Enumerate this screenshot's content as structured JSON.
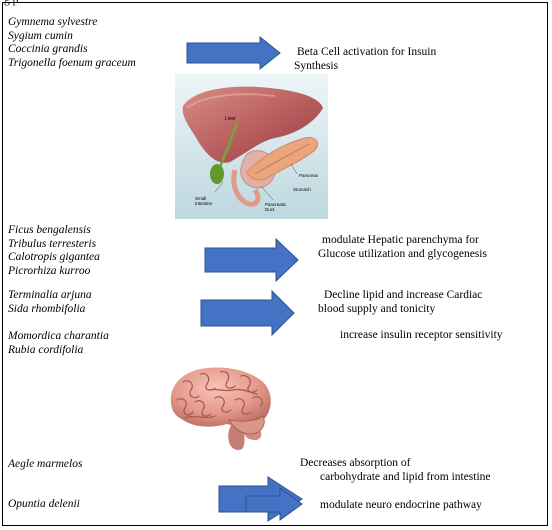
{
  "header_fragment": "g                           p                                   ",
  "groups": [
    {
      "plants": [
        "Gymnema sylvestre",
        "Sygium cumin",
        "Coccinia grandis",
        "Trigonella foenum graceum"
      ],
      "effect_lines": [
        "Beta Cell activation  for Insuin",
        "Synthesis"
      ]
    },
    {
      "plants": [
        "Ficus bengalensis",
        "Tribulus terresteris",
        "Calotropis gigantea",
        "Picrorhiza kurroo"
      ],
      "effect_lines": [
        "modulate Hepatic parenchyma  for",
        "Glucose utilization  and glycogenesis"
      ]
    },
    {
      "plants": [
        "Terminalia arjuna",
        "Sida rhombifolia"
      ],
      "effect_lines": [
        "Decline lipid and increase  Cardiac",
        "blood supply and tonicity"
      ]
    },
    {
      "plants": [
        "Momordica charantia",
        "Rubia cordifolia"
      ],
      "effect_lines": [
        "increase   insulin receptor sensitivity"
      ]
    },
    {
      "plants": [
        "Aegle marmelos"
      ],
      "effect_lines": [
        "Decreases absorption of",
        "carbohydrate and lipid from intestine"
      ]
    },
    {
      "plants": [
        "Opuntia delenii"
      ],
      "effect_lines": [
        "modulate neuro endocrine  pathway"
      ]
    }
  ],
  "liver_labels": {
    "liver": "Liver",
    "pancreas": "Pancreas",
    "stomach": "Stomach",
    "small_intestine": "Small\nIntestine",
    "pancreatic_duct": "Pancreatic\nDuct"
  },
  "colors": {
    "arrow_fill": "#4472C4",
    "arrow_stroke": "#2F528F",
    "liver": "#b9585a",
    "pancreas": "#e8a27a",
    "panel_bg": "#cfe3ea"
  }
}
